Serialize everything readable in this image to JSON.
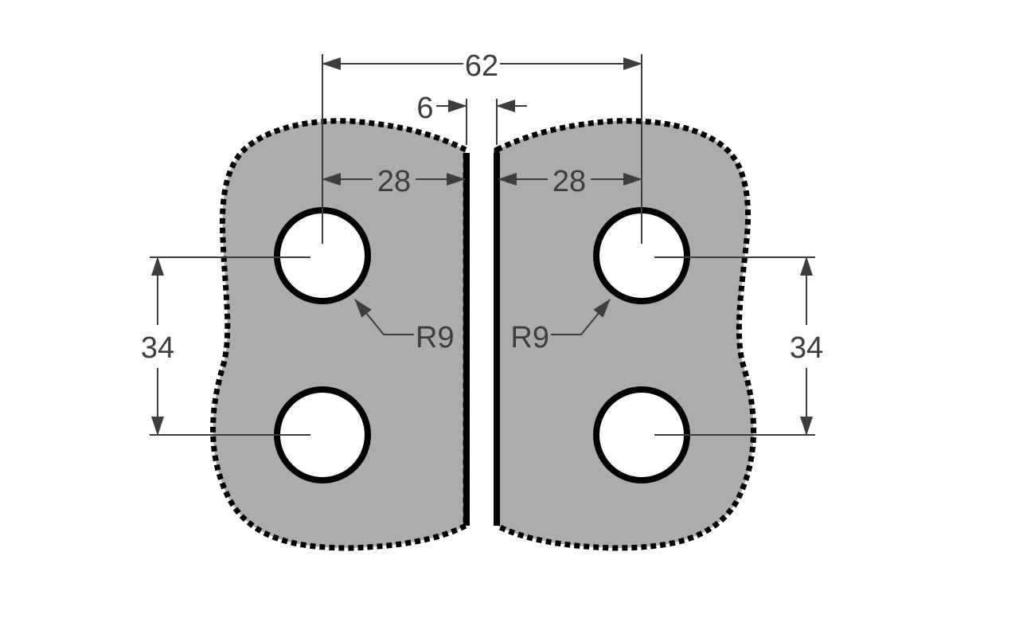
{
  "colors": {
    "plate_fill": "#acacac",
    "outline": "#000000",
    "dimension": "#3d3d3d",
    "background": "#ffffff"
  },
  "dimensions": {
    "overall_center_distance": "62",
    "gap": "6",
    "left_edge_to_hole": "28",
    "right_edge_to_hole": "28",
    "left_hole_spacing": "34",
    "right_hole_spacing": "34",
    "left_hole_radius": "R9",
    "right_hole_radius": "R9"
  }
}
